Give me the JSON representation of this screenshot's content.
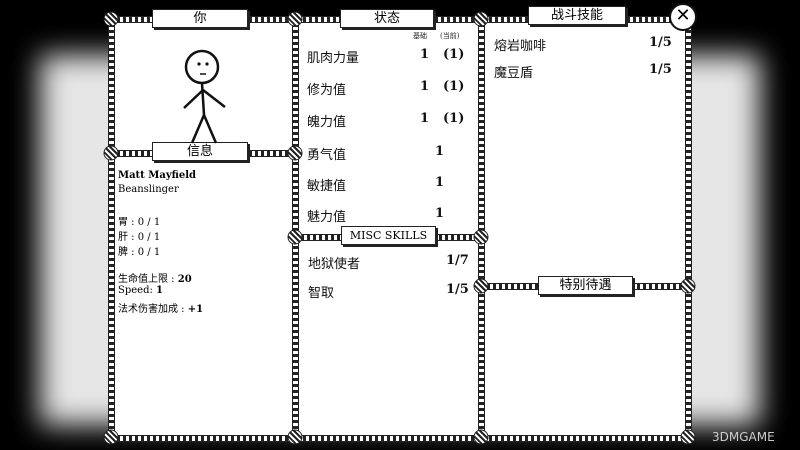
{
  "panels": {
    "you_title": "你",
    "status_title": "状态",
    "battle_title": "战斗技能",
    "info_title": "信息",
    "misc_title": "MISC SKILLS",
    "special_title": "特别待遇"
  },
  "status_header": {
    "base": "基础",
    "current": "(当前)"
  },
  "stats": [
    {
      "name": "肌肉力量",
      "base": "1",
      "current": "(1)"
    },
    {
      "name": "修为值",
      "base": "1",
      "current": "(1)"
    },
    {
      "name": "魄力值",
      "base": "1",
      "current": "(1)"
    },
    {
      "name": "勇气值",
      "base": "1",
      "current": ""
    },
    {
      "name": "敏捷值",
      "base": "1",
      "current": ""
    },
    {
      "name": "魅力值",
      "base": "1",
      "current": ""
    }
  ],
  "misc_skills": [
    {
      "name": "地狱使者",
      "value": "1/7"
    },
    {
      "name": "智取",
      "value": "1/5"
    }
  ],
  "battle_skills": [
    {
      "name": "熔岩咖啡",
      "value": "1/5"
    },
    {
      "name": "魔豆盾",
      "value": "1/5"
    }
  ],
  "info": {
    "name": "Matt Mayfield",
    "class": "Beanslinger",
    "stomach": "胃 : 0 / 1",
    "liver": "肝 : 0 / 1",
    "spleen": "脾 : 0 / 1",
    "hp_label": "生命值上限 :",
    "hp_value": "20",
    "speed_label": "Speed:",
    "speed_value": "1",
    "spell_label": "法术伤害加成 :",
    "spell_value": "+1"
  },
  "close_label": "✕",
  "watermark": "3DMGAME"
}
